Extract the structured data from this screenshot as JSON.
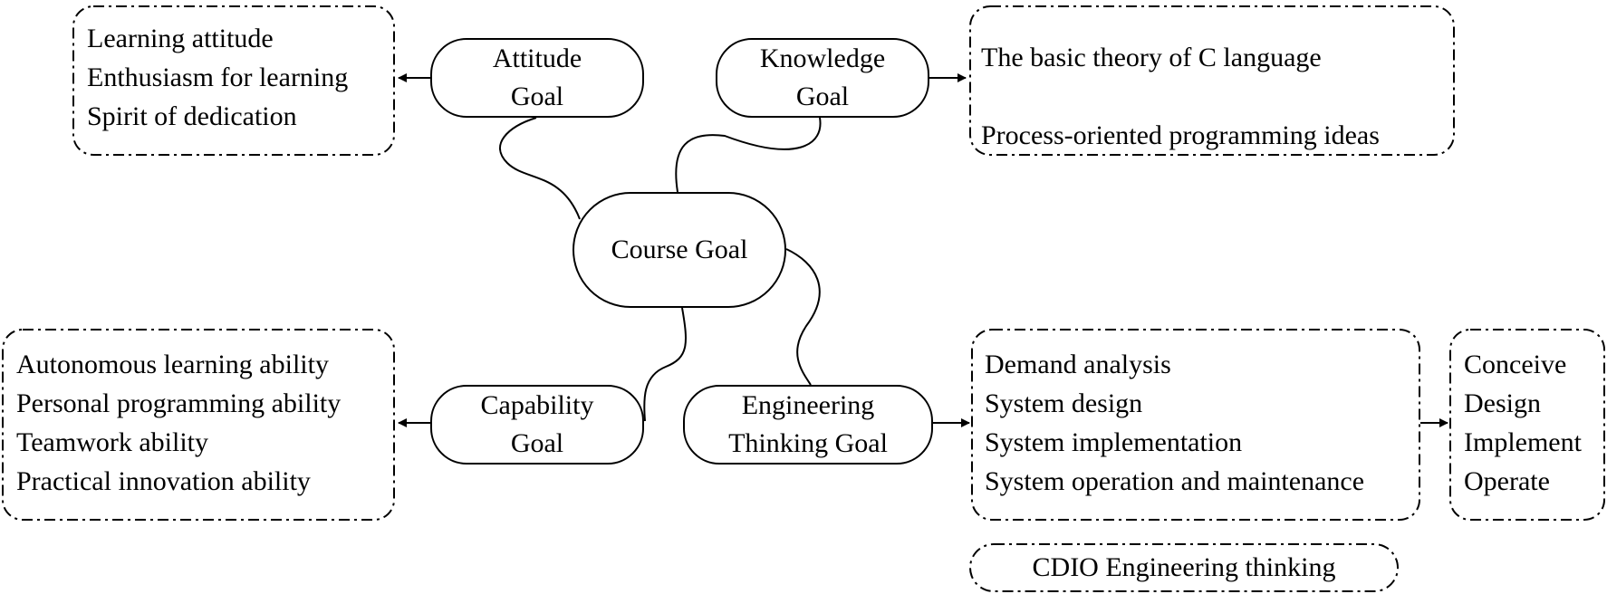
{
  "center": {
    "label": "Course Goal"
  },
  "goals": {
    "attitude": {
      "line1": "Attitude",
      "line2": "Goal"
    },
    "knowledge": {
      "line1": "Knowledge",
      "line2": "Goal"
    },
    "capability": {
      "line1": "Capability",
      "line2": "Goal"
    },
    "engineering": {
      "line1": "Engineering",
      "line2": "Thinking Goal"
    }
  },
  "boxes": {
    "attitude": [
      "Learning attitude",
      "Enthusiasm for learning",
      "Spirit of dedication"
    ],
    "knowledge": [
      "The basic theory of C language",
      "Process-oriented programming ideas"
    ],
    "capability": [
      "Autonomous learning ability",
      "Personal programming ability",
      "Teamwork ability",
      "Practical innovation ability"
    ],
    "engineering": [
      "Demand analysis",
      "System design",
      "System implementation",
      "System operation and maintenance"
    ],
    "cdio_steps": [
      "Conceive",
      "Design",
      "Implement",
      "Operate"
    ],
    "cdio_label": "CDIO Engineering thinking"
  }
}
